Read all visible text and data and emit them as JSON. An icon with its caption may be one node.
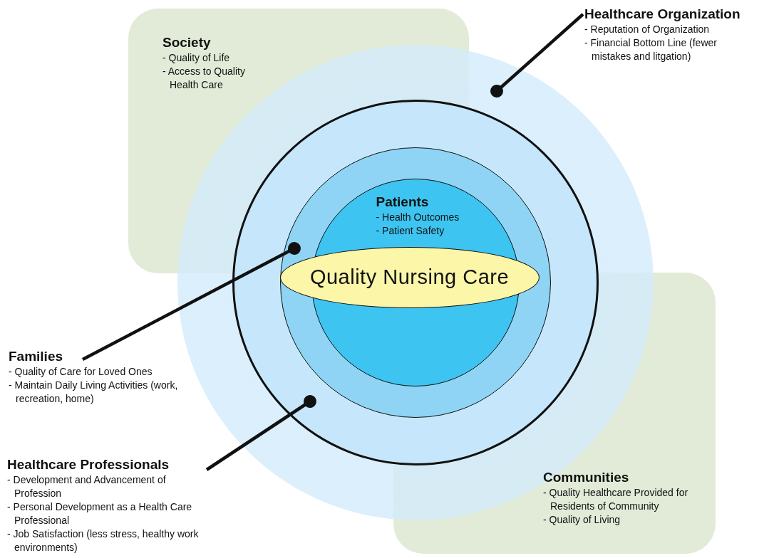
{
  "diagram": {
    "nodes": [
      {
        "text": [
          "Society",
          "- Quality of Life",
          "- Access to Quality Health Care"
        ]
      },
      {
        "text": [
          "Healthcare Organization",
          "- Reputation of Organization",
          "- Financial Bottom Line (fewer mistakes and litgation)"
        ]
      },
      {
        "text": [],
        "shape": "circle"
      },
      {
        "text": [],
        "shape": "circle",
        "in": 2
      },
      {
        "text": [],
        "shape": "circle",
        "in": 3
      },
      {
        "text": [
          "Patients",
          "- Health Outcomes",
          "- Patient Safety"
        ],
        "in": 4
      },
      {
        "text": [
          "Quality Nursing Care"
        ],
        "in": 4
      },
      {
        "text": [
          "Families",
          "- Quality of Care for Loved Ones",
          "- Maintain Daily Living Activities (work, recreation, home)"
        ]
      },
      {
        "text": [
          "Healthcare Professionals",
          "- Development and Advancement of Profession",
          "- Personal Development as a Health Care Professional",
          "- Job Satisfaction (less stress, healthy work environments)"
        ]
      },
      {
        "text": [
          "Communities",
          "- Quality Healthcare Provided for Residents of Community",
          "- Quality of Living"
        ]
      }
    ],
    "edges": [
      {
        "from": 1,
        "to": 2,
        "arrow": "other"
      },
      {
        "from": 7,
        "to": 4,
        "arrow": "other"
      },
      {
        "from": 8,
        "to": 3,
        "arrow": "other"
      }
    ]
  }
}
